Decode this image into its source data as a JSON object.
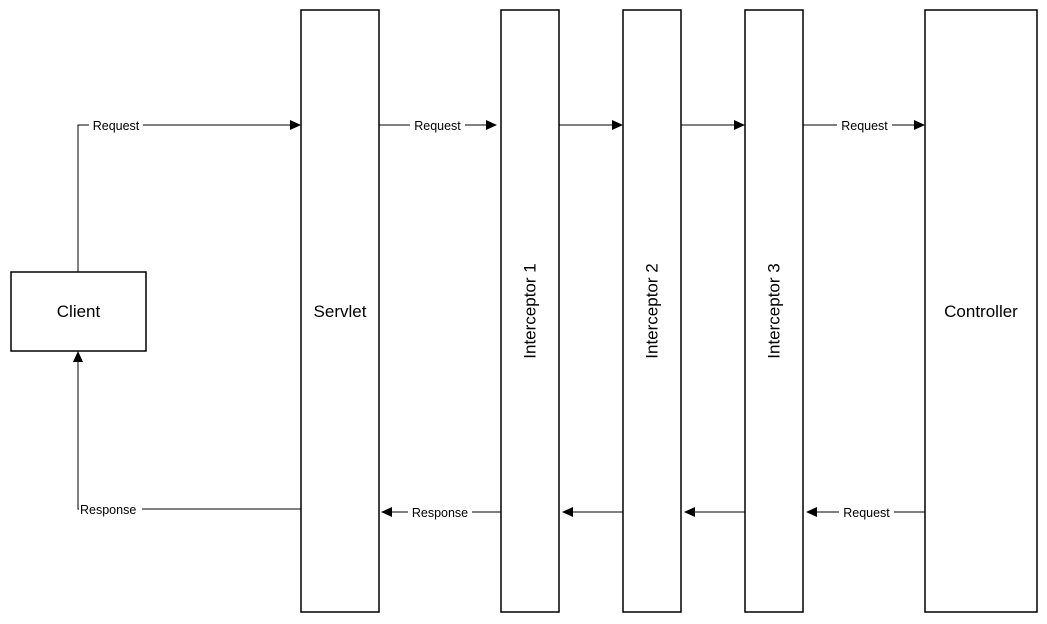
{
  "nodes": {
    "client": "Client",
    "servlet": "Servlet",
    "interceptor1": "Interceptor 1",
    "interceptor2": "Interceptor 2",
    "interceptor3": "Interceptor 3",
    "controller": "Controller"
  },
  "edges": {
    "client_to_servlet": "Request",
    "servlet_to_interceptor1": "Request",
    "interceptor1_to_interceptor2": "",
    "interceptor2_to_interceptor3": "",
    "interceptor3_to_controller": "Request",
    "controller_to_interceptor3": "Request",
    "interceptor3_to_interceptor2": "",
    "interceptor2_to_interceptor1": "",
    "interceptor1_to_servlet": "Response",
    "servlet_to_client": "Response"
  },
  "colors": {
    "stroke": "#000000",
    "fill": "#ffffff"
  }
}
